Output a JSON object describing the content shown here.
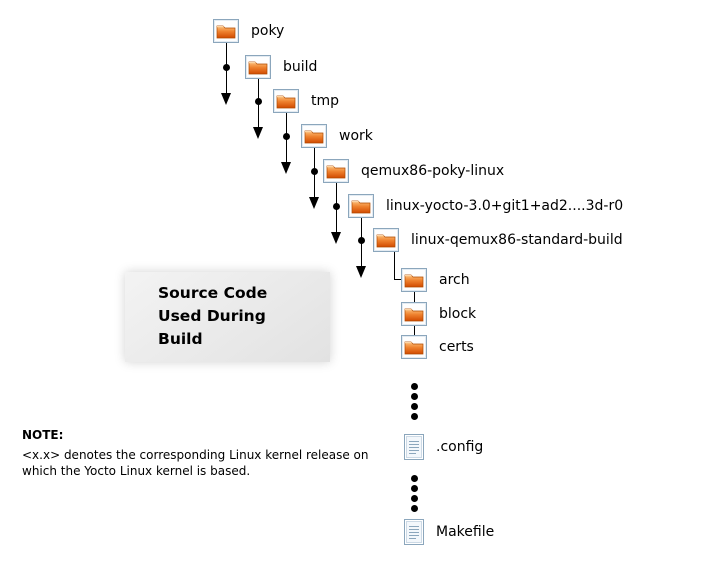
{
  "diagram": {
    "title_hint": "Yocto kernel source code directory tree",
    "tree": {
      "cascade": [
        {
          "label": "poky",
          "icon": "folder"
        },
        {
          "label": "build",
          "icon": "folder"
        },
        {
          "label": "tmp",
          "icon": "folder"
        },
        {
          "label": "work",
          "icon": "folder"
        },
        {
          "label": "qemux86-poky-linux",
          "icon": "folder"
        },
        {
          "label": "linux-yocto-3.0+git1+ad2....3d-r0",
          "icon": "folder"
        },
        {
          "label": "linux-qemux86-standard-build",
          "icon": "folder"
        }
      ],
      "children": [
        {
          "label": "arch",
          "icon": "folder"
        },
        {
          "label": "block",
          "icon": "folder"
        },
        {
          "label": "certs",
          "icon": "folder"
        },
        {
          "label": ".config",
          "icon": "document"
        },
        {
          "label": "Makefile",
          "icon": "document"
        }
      ],
      "ellipsis_dot_count": 4
    },
    "callout": {
      "lines": [
        "Source Code",
        "Used During",
        "Build"
      ]
    },
    "note": {
      "label": "NOTE:",
      "body": [
        "<x.x> denotes the corresponding Linux kernel release on",
        "which the Yocto Linux kernel is based."
      ]
    },
    "colors": {
      "folder_orange_top": "#fcc27d",
      "folder_orange_mid": "#ef8330",
      "folder_orange_bottom": "#d14a00",
      "icon_border": "#8ba6bc",
      "connector": "#000000",
      "panel_bg": "#ececec",
      "text": "#000000"
    }
  }
}
